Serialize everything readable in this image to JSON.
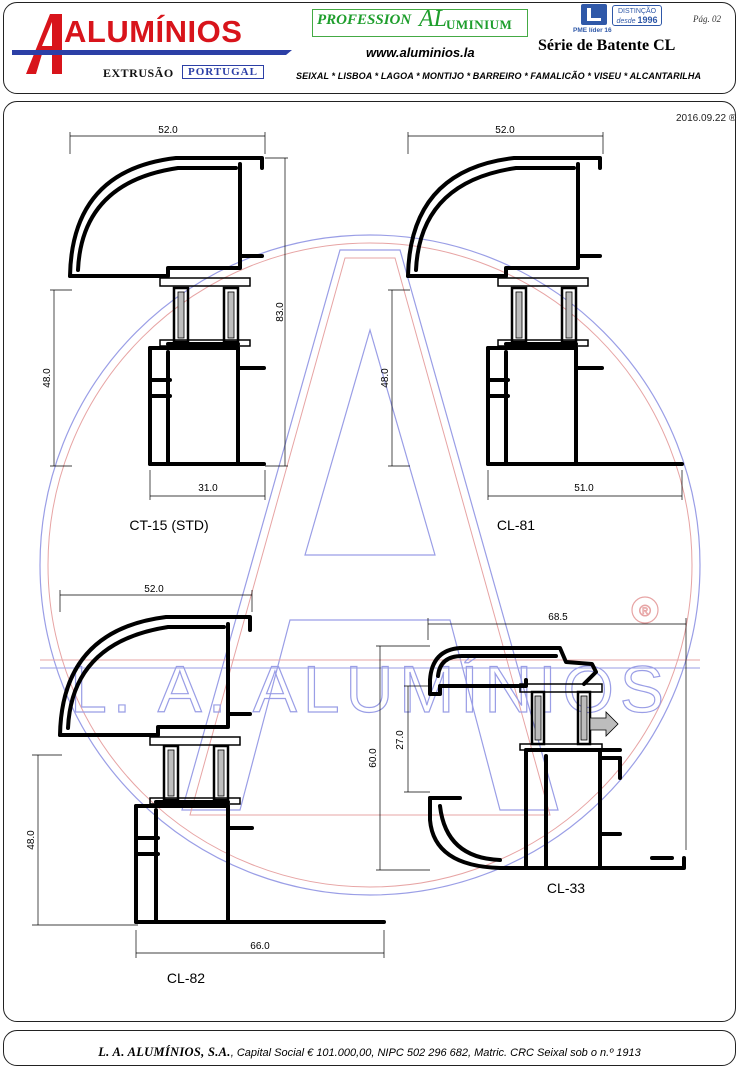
{
  "header": {
    "brand": "ALUMÍNIOS",
    "brand_sub": "EXTRUSÃO",
    "brand_country": "PORTUGAL",
    "partner_a": "PROFESSION",
    "partner_al": "AL",
    "partner_b": "UMINIUM",
    "website": "www.aluminios.la",
    "pme_label": "PME líder 16",
    "distinction_line1": "DISTINÇÃO",
    "distinction_line2": "desde",
    "distinction_year": "1996",
    "page_label": "Pág. 02",
    "series_title": "Série de Batente CL",
    "cities": "SEIXAL * LISBOA * LAGOA * MONTIJO * BARREIRO * FAMALICÃO * VISEU * ALCANTARILHA"
  },
  "date_stamp": "2016.09.22 ®",
  "watermark": {
    "text": "L. A. ALUMÍNIOS",
    "registered": "®"
  },
  "profiles": [
    {
      "name": "CT-15 (STD)",
      "dims": {
        "width_top": "52.0",
        "height_total": "83.0",
        "height_lower": "48.0",
        "width_bottom": "31.0"
      }
    },
    {
      "name": "CL-81",
      "dims": {
        "width_top": "52.0",
        "height_lower": "48.0",
        "width_bottom": "51.0"
      }
    },
    {
      "name": "CL-82",
      "dims": {
        "width_top": "52.0",
        "height_lower": "48.0",
        "width_bottom": "66.0"
      }
    },
    {
      "name": "CL-33",
      "dims": {
        "width_top": "68.5",
        "height_total": "60.0",
        "height_upper": "27.0"
      }
    }
  ],
  "footer": {
    "company": "L. A. ALUMÍNIOS, S.A.",
    "details": ", Capital Social € 101.000,00, NIPC 502 296 682, Matric. CRC Seixal sob o n.º 1913"
  },
  "colors": {
    "brand_red": "#d8141b",
    "brand_blue": "#2c3fa6",
    "partner_green": "#1e9e2c",
    "watermark_blue": "#7b7fd6",
    "watermark_red": "#e88a8a"
  }
}
